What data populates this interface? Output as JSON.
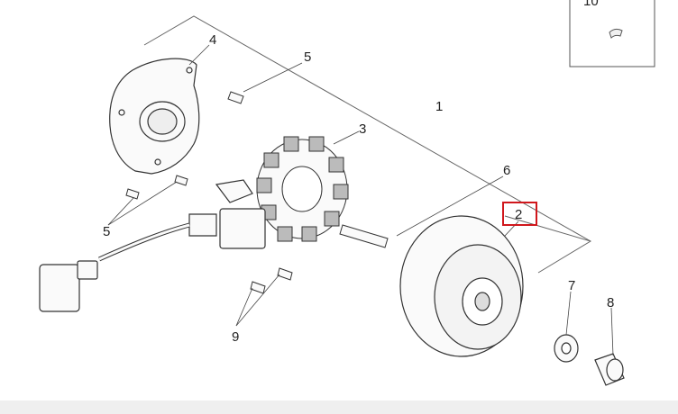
{
  "labels": {
    "l1": "1",
    "l2": "2",
    "l3": "3",
    "l4": "4",
    "l5a": "5",
    "l5b": "5",
    "l6": "6",
    "l7": "7",
    "l8": "8",
    "l9": "9",
    "l10": "10"
  },
  "colors": {
    "highlight": "#d0171c",
    "line": "#333333"
  }
}
